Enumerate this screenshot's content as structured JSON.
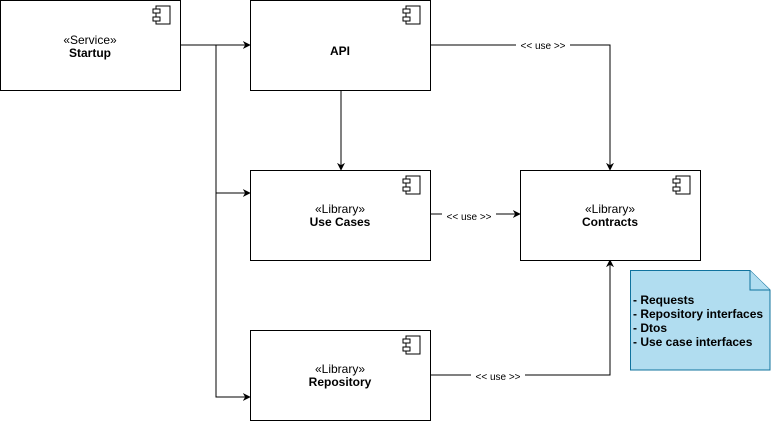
{
  "components": [
    {
      "id": "startup",
      "stereotype": "«Service»",
      "name": "Startup"
    },
    {
      "id": "api",
      "stereotype": "",
      "name": "API"
    },
    {
      "id": "use-cases",
      "stereotype": "«Library»",
      "name": "Use Cases"
    },
    {
      "id": "contracts",
      "stereotype": "«Library»",
      "name": "Contracts"
    },
    {
      "id": "repository",
      "stereotype": "«Library»",
      "name": "Repository"
    }
  ],
  "edges": [
    {
      "id": "startup-to-api",
      "label": ""
    },
    {
      "id": "startup-to-use-cases",
      "label": ""
    },
    {
      "id": "startup-to-repository",
      "label": ""
    },
    {
      "id": "api-to-use-cases",
      "label": ""
    },
    {
      "id": "api-to-contracts",
      "label": "<< use >>"
    },
    {
      "id": "use-cases-to-contracts",
      "label": "<< use >>"
    },
    {
      "id": "repository-to-contracts",
      "label": "<< use >>"
    }
  ],
  "note": {
    "lines": [
      "- Requests",
      "- Repository interfaces",
      "- Dtos",
      "- Use case interfaces"
    ]
  }
}
